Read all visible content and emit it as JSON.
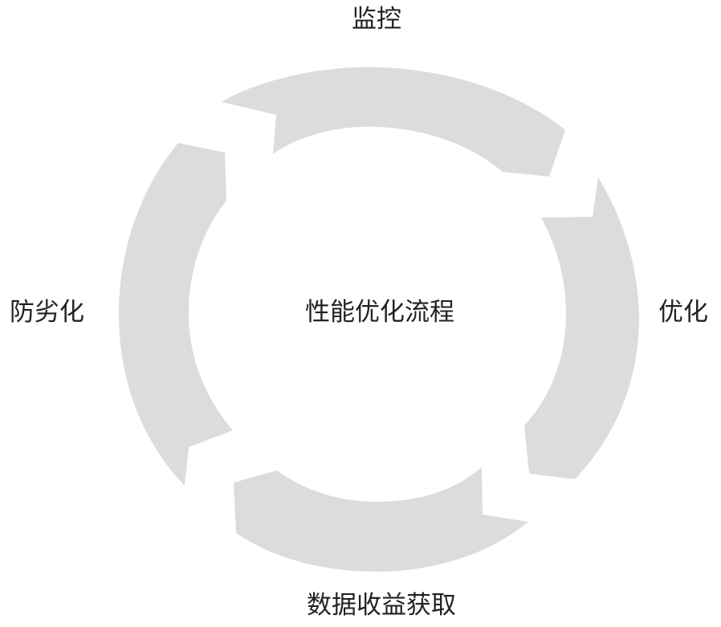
{
  "diagram": {
    "center_label": "性能优化流程",
    "steps": [
      {
        "label": "监控"
      },
      {
        "label": "优化"
      },
      {
        "label": "数据收益获取"
      },
      {
        "label": "防劣化"
      }
    ],
    "segment_color": "#dcdcdc",
    "text_color": "#222222"
  }
}
